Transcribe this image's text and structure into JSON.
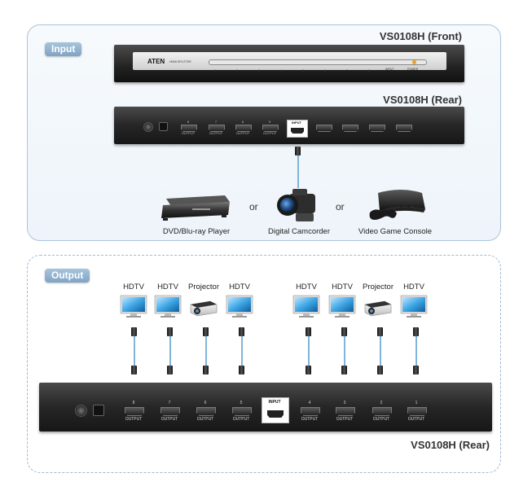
{
  "input_section": {
    "tag": "Input",
    "front_label": "VS0108H (Front)",
    "rear_label": "VS0108H (Rear)",
    "brand": "ATEN",
    "product_text": "HDMI SPLITTER",
    "front_port_numbers": [
      "1",
      "2",
      "3",
      "4",
      "5",
      "6",
      "7",
      "8"
    ],
    "input_text": "INPUT",
    "power_text": "POWER",
    "sources": [
      {
        "label": "DVD/Blu-ray Player",
        "icon": "dvd-player-icon"
      },
      {
        "label": "Digital Camcorder",
        "icon": "camcorder-icon"
      },
      {
        "label": "Video Game Console",
        "icon": "game-console-icon"
      }
    ],
    "or_text": "or"
  },
  "output_section": {
    "tag": "Output",
    "rear_label": "VS0108H (Rear)",
    "displays": [
      {
        "label": "HDTV",
        "icon": "hdtv-icon"
      },
      {
        "label": "HDTV",
        "icon": "hdtv-icon"
      },
      {
        "label": "Projector",
        "icon": "projector-icon"
      },
      {
        "label": "HDTV",
        "icon": "hdtv-icon"
      },
      {
        "label": "HDTV",
        "icon": "hdtv-icon"
      },
      {
        "label": "HDTV",
        "icon": "hdtv-icon"
      },
      {
        "label": "Projector",
        "icon": "projector-icon"
      },
      {
        "label": "HDTV",
        "icon": "hdtv-icon"
      }
    ],
    "rear_ports": [
      {
        "num": "8",
        "label": "OUTPUT"
      },
      {
        "num": "7",
        "label": "OUTPUT"
      },
      {
        "num": "6",
        "label": "OUTPUT"
      },
      {
        "num": "5",
        "label": "OUTPUT"
      },
      {
        "num": "",
        "label": "INPUT"
      },
      {
        "num": "4",
        "label": "OUTPUT"
      },
      {
        "num": "3",
        "label": "OUTPUT"
      },
      {
        "num": "2",
        "label": "OUTPUT"
      },
      {
        "num": "1",
        "label": "OUTPUT"
      }
    ]
  },
  "colors": {
    "panel_border": "#a9c4dc",
    "cable": "#7fb5da",
    "unit_body": "#222222",
    "tag_bg": "#8fb0cd"
  }
}
